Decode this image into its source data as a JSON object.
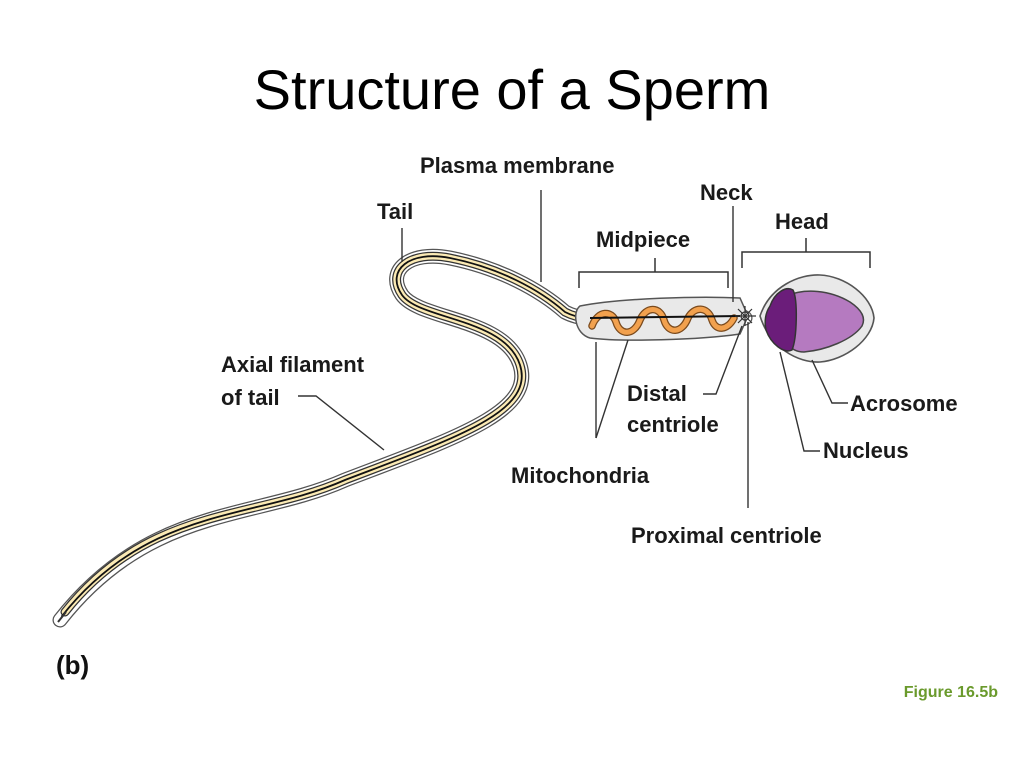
{
  "slide": {
    "title": "Structure of a Sperm",
    "panel_label": "(b)",
    "figure_ref": "Figure 16.5b"
  },
  "labels": {
    "plasma_membrane": "Plasma membrane",
    "tail": "Tail",
    "neck": "Neck",
    "head": "Head",
    "midpiece": "Midpiece",
    "axial_filament_line1": "Axial filament",
    "axial_filament_line2": "of tail",
    "distal_line1": "Distal",
    "distal_line2": "centriole",
    "acrosome": "Acrosome",
    "nucleus": "Nucleus",
    "mitochondria": "Mitochondria",
    "proximal_centriole": "Proximal centriole"
  },
  "colors": {
    "tail_fill": "#fbeab4",
    "mitochondria": "#f2a14e",
    "nucleus": "#6b1d7a",
    "acrosome": "#b57ac0",
    "membrane_fill": "#e9e9e9",
    "figure_ref": "#6a9a2c"
  }
}
